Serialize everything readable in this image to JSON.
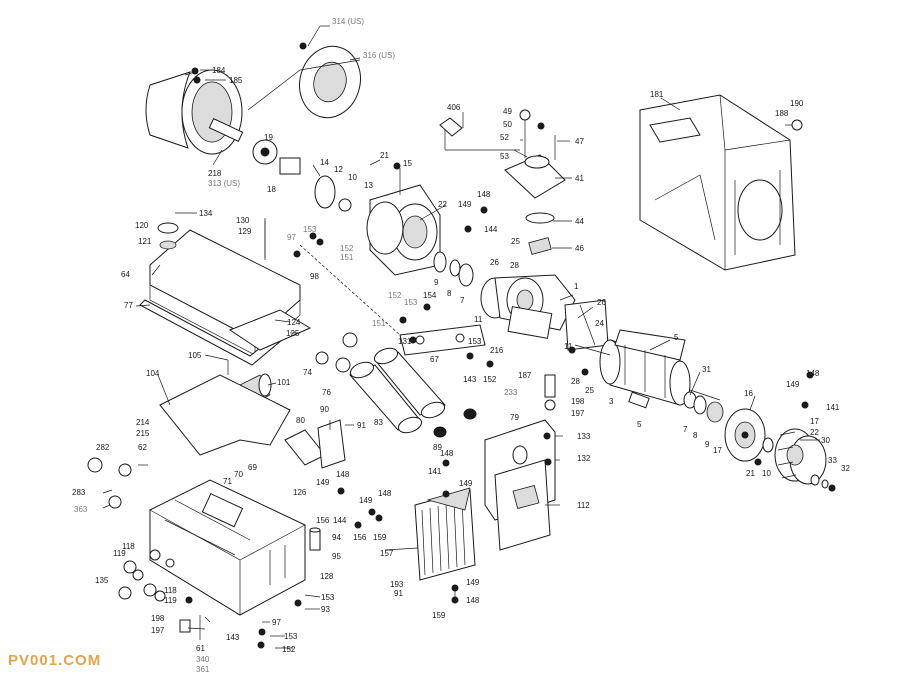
{
  "watermark": "PV001.COM",
  "labels": {
    "l314": "314 (US)",
    "l316": "316 (US)",
    "l184": "184",
    "l185": "185",
    "l19": "19",
    "l218": "218",
    "l313": "313 (US)",
    "l18": "18",
    "l14": "14",
    "l12": "12",
    "l10": "10",
    "l13": "13",
    "l21a": "21",
    "l15": "15",
    "l406": "406",
    "l49": "49",
    "l50": "50",
    "l52": "52",
    "l53": "53",
    "l47": "47",
    "l41": "41",
    "l181": "181",
    "l190": "190",
    "l188": "188",
    "l134": "134",
    "l120": "120",
    "l121": "121",
    "l64": "64",
    "l77": "77",
    "l130": "130",
    "l129": "129",
    "l97a": "97",
    "l153a": "153",
    "l152a": "152",
    "l151a": "151",
    "l98": "98",
    "l22": "22",
    "l148a": "148",
    "l149a": "149",
    "l144a": "144",
    "l44": "44",
    "l46": "46",
    "l25a": "25",
    "l28a": "28",
    "l26a": "26",
    "l9a": "9",
    "l8a": "8",
    "l7a": "7",
    "l1": "1",
    "l26b": "26",
    "l24": "24",
    "l11a": "11",
    "l152b": "152",
    "l153b": "153",
    "l154": "154",
    "l151b": "151",
    "l131": "131",
    "l67": "67",
    "l153c": "153",
    "l216": "216",
    "l143a": "143",
    "l152c": "152",
    "l124": "124",
    "l125": "125",
    "l105": "105",
    "l74": "74",
    "l76": "76",
    "l83": "83",
    "l104": "104",
    "l101": "101",
    "l187": "187",
    "l233": "233",
    "l198a": "198",
    "l197a": "197",
    "l11b": "11",
    "l28b": "28",
    "l25b": "25",
    "l3": "3",
    "l5a": "5",
    "l5b": "5",
    "l31": "31",
    "l7b": "7",
    "l8b": "8",
    "l9b": "9",
    "l17a": "17",
    "l16": "16",
    "l149b": "149",
    "l148b": "148",
    "l141a": "141",
    "l17b": "17",
    "l22b": "22",
    "l30": "30",
    "l21b": "21",
    "l10b": "10",
    "l33": "33",
    "l32": "32",
    "l214": "214",
    "l215": "215",
    "l282": "282",
    "l62": "62",
    "l283": "283",
    "l363": "363",
    "l80": "80",
    "l90": "90",
    "l91a": "91",
    "l89": "89",
    "l79": "79",
    "l133": "133",
    "l132": "132",
    "l148c": "148",
    "l141b": "141",
    "l149c": "149",
    "l112": "112",
    "l71": "71",
    "l70": "70",
    "l69": "69",
    "l149d": "149",
    "l148d": "148",
    "l126": "126",
    "l156a": "156",
    "l144b": "144",
    "l149e": "149",
    "l148e": "148",
    "l156b": "156",
    "l159a": "159",
    "l157": "157",
    "l94": "94",
    "l95": "95",
    "l128": "128",
    "l118a": "118",
    "l119a": "119",
    "l135": "135",
    "l118b": "118",
    "l119b": "119",
    "l193": "193",
    "l91b": "91",
    "l149f": "149",
    "l148f": "148",
    "l159b": "159",
    "l153d": "153",
    "l93": "93",
    "l198b": "198",
    "l197b": "197",
    "l97b": "97",
    "l143b": "143",
    "l153e": "153",
    "l152d": "152",
    "l61": "61",
    "l340": "340",
    "l361": "361"
  }
}
